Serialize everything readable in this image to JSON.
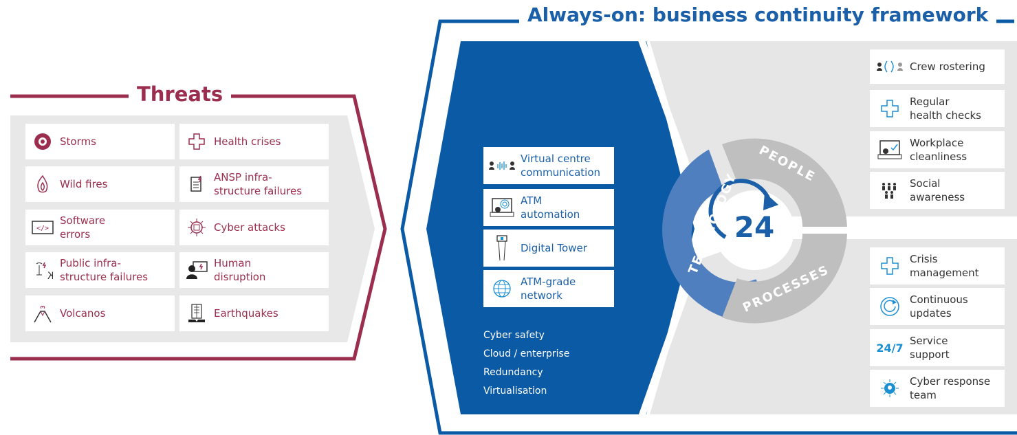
{
  "threats": {
    "title": "Threats",
    "items": [
      {
        "label": "Storms",
        "icon": "storm-icon"
      },
      {
        "label": "Health crises",
        "icon": "health-cross-icon"
      },
      {
        "label": "Wild fires",
        "icon": "fire-icon"
      },
      {
        "label": "ANSP infra-\nstructure failures",
        "icon": "document-lightning-icon"
      },
      {
        "label": "Software\nerrors",
        "icon": "code-icon"
      },
      {
        "label": "Cyber attacks",
        "icon": "cyber-chip-icon"
      },
      {
        "label": "Public infra-\nstructure failures",
        "icon": "antenna-icon"
      },
      {
        "label": "Human\ndisruption",
        "icon": "person-monitor-icon"
      },
      {
        "label": "Volcanos",
        "icon": "volcano-icon"
      },
      {
        "label": "Earthquakes",
        "icon": "building-crack-icon"
      }
    ]
  },
  "framework": {
    "title": "Always-on: business continuity framework",
    "technology": {
      "items": [
        {
          "label": "Virtual centre\ncommunication",
          "icon": "voice-comm-icon"
        },
        {
          "label": "ATM\nautomation",
          "icon": "radar-screen-icon"
        },
        {
          "label": "Digital Tower",
          "icon": "tower-icon"
        },
        {
          "label": "ATM-grade\nnetwork",
          "icon": "globe-network-icon"
        }
      ],
      "list": [
        "Cyber safety",
        "Cloud / enterprise",
        "Redundancy",
        "Virtualisation"
      ]
    },
    "wheel": {
      "center": "24",
      "technology": "TECHNOLOGY",
      "people": "PEOPLE",
      "processes": "PROCESSES"
    },
    "people": {
      "items": [
        {
          "label": "Crew rostering",
          "icon": "crew-icon"
        },
        {
          "label": "Regular\nhealth checks",
          "icon": "health-cross-icon"
        },
        {
          "label": "Workplace\ncleanliness",
          "icon": "workplace-icon"
        },
        {
          "label": "Social\nawareness",
          "icon": "people-group-icon"
        }
      ]
    },
    "processes": {
      "items": [
        {
          "label": "Crisis\nmanagement",
          "icon": "health-cross-icon"
        },
        {
          "label": "Continuous\nupdates",
          "icon": "refresh-icon"
        },
        {
          "label": "Service\nsupport",
          "icon": "247-icon",
          "badge": "24/7"
        },
        {
          "label": "Cyber response\nteam",
          "icon": "cyber-team-icon"
        }
      ]
    }
  },
  "colors": {
    "threat": "#9b2d4e",
    "blue": "#1a5fa8",
    "darkblue": "#0b5aa6",
    "gray": "#e6e6e6",
    "wheelgray": "#bfbfbf"
  }
}
